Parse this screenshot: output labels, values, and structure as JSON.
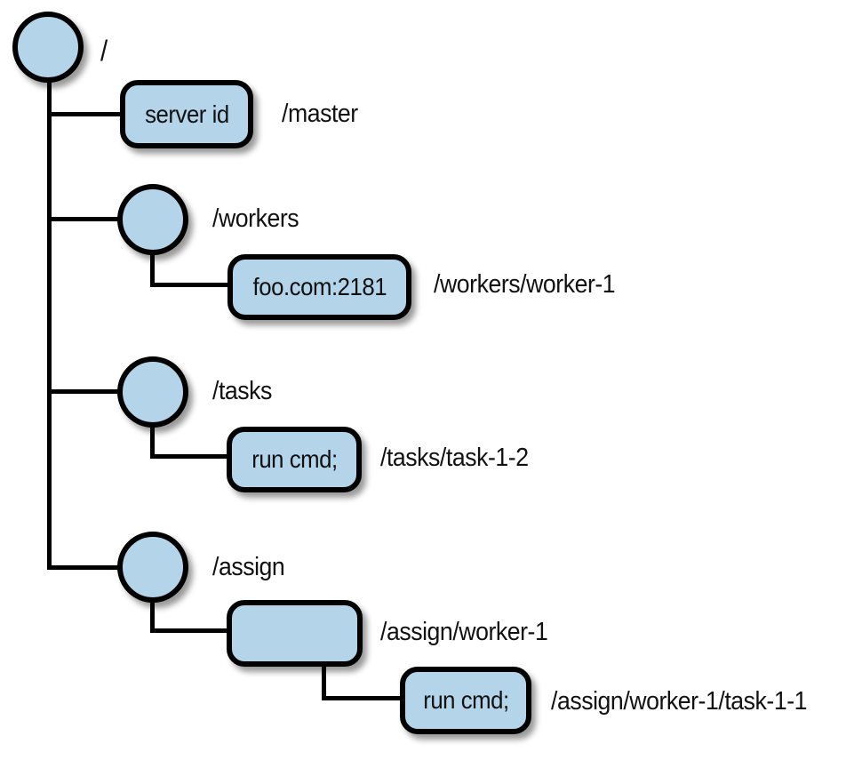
{
  "diagram": {
    "type": "znode-tree",
    "root": {
      "label": "/"
    },
    "nodes": {
      "master": {
        "value": "server id",
        "label": "/master"
      },
      "workers": {
        "label": "/workers"
      },
      "worker1": {
        "value": "foo.com:2181",
        "label": "/workers/worker-1"
      },
      "tasks": {
        "label": "/tasks"
      },
      "task12": {
        "value": "run cmd;",
        "label": "/tasks/task-1-2"
      },
      "assign": {
        "label": "/assign"
      },
      "assign_worker1": {
        "value": "",
        "label": "/assign/worker-1"
      },
      "assign_task11": {
        "value": "run cmd;",
        "label": "/assign/worker-1/task-1-1"
      }
    },
    "colors": {
      "node_fill": "#b4d4ea",
      "node_stroke": "#000000"
    }
  }
}
